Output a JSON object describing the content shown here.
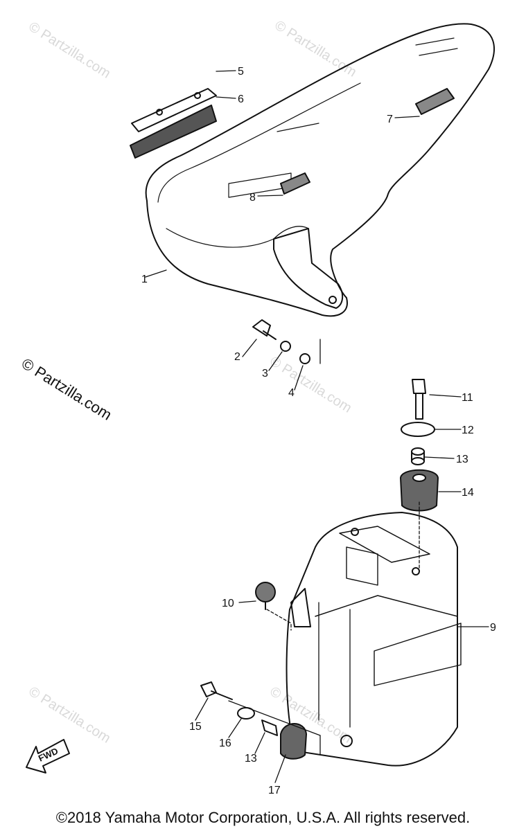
{
  "diagram": {
    "callouts": [
      "1",
      "2",
      "3",
      "4",
      "5",
      "6",
      "7",
      "8",
      "9",
      "10",
      "11",
      "12",
      "13",
      "14",
      "15",
      "16",
      "13",
      "17"
    ],
    "fwd_label": "FWD"
  },
  "watermark": {
    "faint_text": "© Partzilla.com",
    "main_text": "© Partzilla.com"
  },
  "footer": {
    "copyright": "©2018 Yamaha Motor Corporation, U.S.A. All rights reserved."
  }
}
